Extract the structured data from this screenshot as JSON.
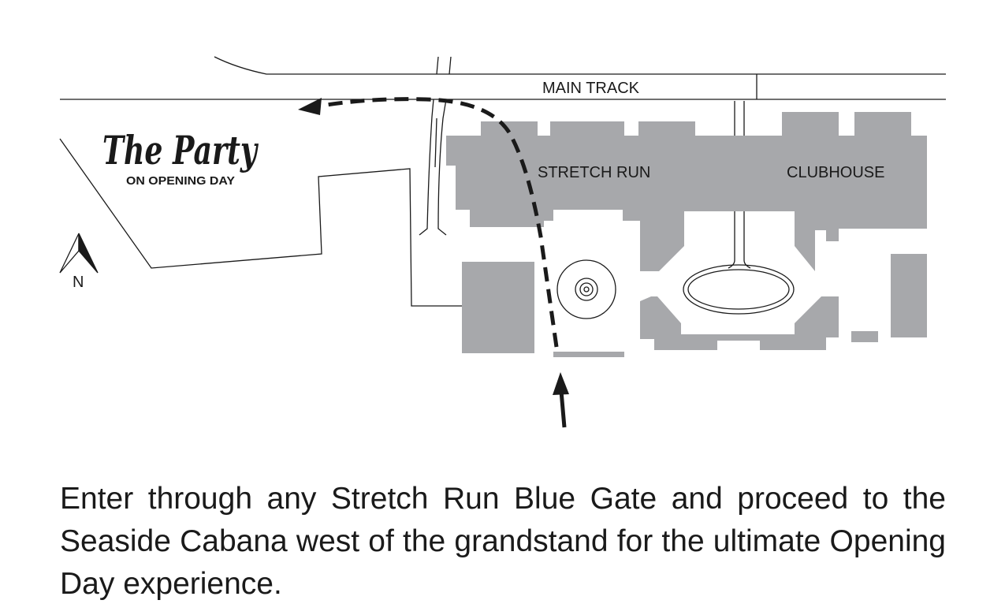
{
  "map": {
    "labels": {
      "main_track": "MAIN TRACK",
      "stretch_run": "STRETCH RUN",
      "clubhouse": "CLUBHOUSE",
      "north": "N"
    },
    "event_logo": {
      "script_title": "The Party",
      "subtitle": "ON OPENING DAY"
    },
    "colors": {
      "building": "#a7a8ab",
      "linework": "#1a1a1a",
      "background": "#ffffff"
    },
    "icons": [
      "north-arrow-icon",
      "entry-arrow-icon",
      "route-arrowhead-icon"
    ]
  },
  "caption": "Enter through any Stretch Run Blue Gate and proceed to the Seaside Cabana west of the grandstand for the ultimate Opening Day experience."
}
